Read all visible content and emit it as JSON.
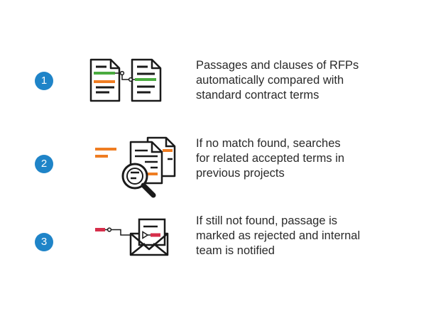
{
  "colors": {
    "badge": "#1f84c8",
    "green": "#4aab3f",
    "orange": "#ef7d22",
    "red": "#d62e4a",
    "ink": "#1a1a1a"
  },
  "steps": [
    {
      "number": "1",
      "icon": "document-compare-icon",
      "lines": [
        "Passages and clauses of RFPs",
        "automatically compared with",
        "standard contract terms"
      ]
    },
    {
      "number": "2",
      "icon": "document-search-icon",
      "lines": [
        "If no match found, searches",
        "for related accepted terms in",
        "previous projects"
      ]
    },
    {
      "number": "3",
      "icon": "envelope-notify-icon",
      "lines": [
        "If still not found, passage is",
        "marked as rejected and internal",
        "team is notified"
      ]
    }
  ]
}
